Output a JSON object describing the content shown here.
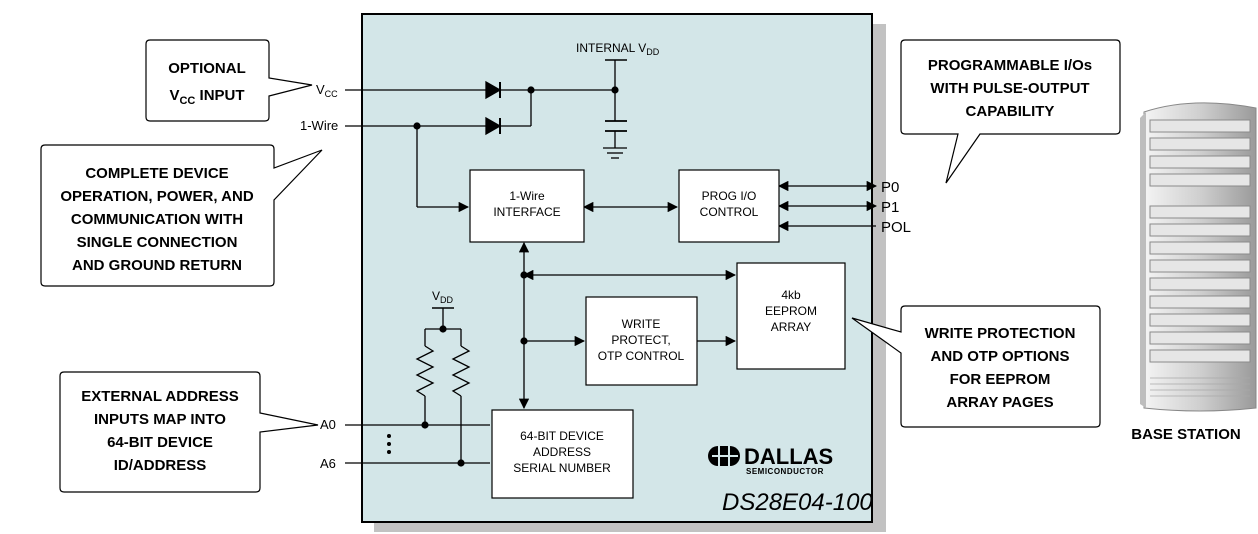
{
  "callouts": {
    "optional_vcc": [
      "OPTIONAL",
      "V",
      "CC",
      " INPUT"
    ],
    "complete_device": [
      "COMPLETE DEVICE",
      "OPERATION, POWER, AND",
      "COMMUNICATION WITH",
      "SINGLE CONNECTION",
      "AND GROUND RETURN"
    ],
    "external_address": [
      "EXTERNAL ADDRESS",
      "INPUTS MAP INTO",
      "64-BIT DEVICE",
      "ID/ADDRESS"
    ],
    "programmable_io": [
      "PROGRAMMABLE I/Os",
      "WITH PULSE-OUTPUT",
      "CAPABILITY"
    ],
    "write_protection": [
      "WRITE PROTECTION",
      "AND OTP OPTIONS",
      "FOR EEPROM",
      "ARRAY PAGES"
    ]
  },
  "pins": {
    "vcc": "V",
    "vcc_sub": "CC",
    "one_wire": "1-Wire",
    "a0": "A0",
    "a6": "A6",
    "p0": "P0",
    "p1": "P1",
    "pol": "POL"
  },
  "internal": {
    "internal_vdd": "INTERNAL V",
    "internal_vdd_sub": "DD",
    "vdd": "V",
    "vdd_sub": "DD"
  },
  "blocks": {
    "one_wire_interface": [
      "1-Wire",
      "INTERFACE"
    ],
    "prog_io_control": [
      "PROG I/O",
      "CONTROL"
    ],
    "eeprom_array": [
      "4kb",
      "EEPROM",
      "ARRAY"
    ],
    "write_protect": [
      "WRITE",
      "PROTECT,",
      "OTP CONTROL"
    ],
    "device_address": [
      "64-BIT DEVICE",
      "ADDRESS",
      "SERIAL NUMBER"
    ]
  },
  "brand": {
    "name": "DALLAS",
    "sub": "SEMICONDUCTOR",
    "part": "DS28E04-100"
  },
  "base_station": "BASE STATION",
  "colors": {
    "chip_fill": "#d3e6e8",
    "shadow": "#c2c2c2",
    "stroke": "#000000"
  }
}
